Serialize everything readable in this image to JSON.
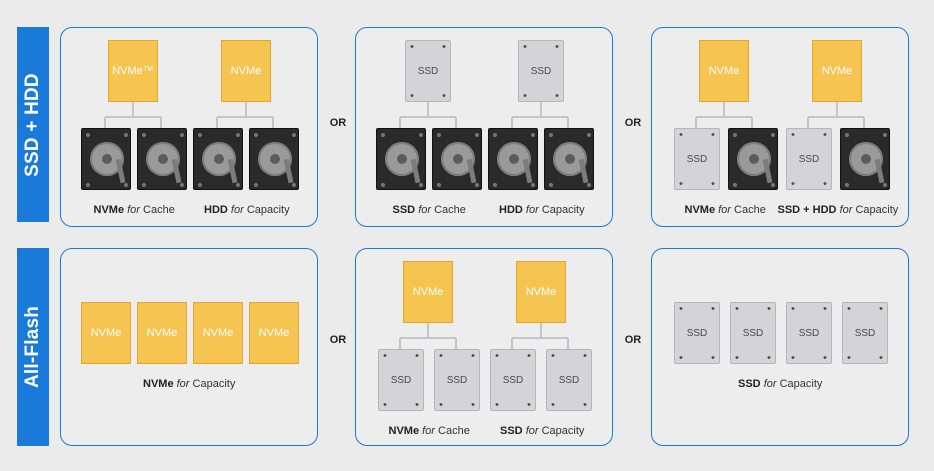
{
  "rows": [
    {
      "label": "SSD + HDD"
    },
    {
      "label": "All-Flash"
    }
  ],
  "or_label": "OR",
  "panels": [
    {
      "cache": [
        {
          "type": "nvme",
          "label": "NVMe™"
        },
        {
          "type": "nvme",
          "label": "NVMe"
        }
      ],
      "capacity": [
        {
          "type": "hdd"
        },
        {
          "type": "hdd"
        },
        {
          "type": "hdd"
        },
        {
          "type": "hdd"
        }
      ],
      "captions": [
        {
          "bold": "NVMe",
          "italic": "for",
          "rest": "Cache"
        },
        {
          "bold": "HDD",
          "italic": "for",
          "rest": "Capacity"
        }
      ]
    },
    {
      "cache": [
        {
          "type": "ssd",
          "label": "SSD"
        },
        {
          "type": "ssd",
          "label": "SSD"
        }
      ],
      "capacity": [
        {
          "type": "hdd"
        },
        {
          "type": "hdd"
        },
        {
          "type": "hdd"
        },
        {
          "type": "hdd"
        }
      ],
      "captions": [
        {
          "bold": "SSD",
          "italic": "for",
          "rest": "Cache"
        },
        {
          "bold": "HDD",
          "italic": "for",
          "rest": "Capacity"
        }
      ]
    },
    {
      "cache": [
        {
          "type": "nvme",
          "label": "NVMe"
        },
        {
          "type": "nvme",
          "label": "NVMe"
        }
      ],
      "capacity": [
        {
          "type": "ssd",
          "label": "SSD"
        },
        {
          "type": "hdd"
        },
        {
          "type": "ssd",
          "label": "SSD"
        },
        {
          "type": "hdd"
        }
      ],
      "captions": [
        {
          "bold": "NVMe",
          "italic": "for",
          "rest": "Cache"
        },
        {
          "bold": "SSD + HDD",
          "italic": "for",
          "rest": "Capacity"
        }
      ]
    },
    {
      "cache": [],
      "capacity": [
        {
          "type": "nvme",
          "label": "NVMe"
        },
        {
          "type": "nvme",
          "label": "NVMe"
        },
        {
          "type": "nvme",
          "label": "NVMe"
        },
        {
          "type": "nvme",
          "label": "NVMe"
        }
      ],
      "captions": [
        {
          "bold": "NVMe",
          "italic": "for",
          "rest": "Capacity"
        }
      ]
    },
    {
      "cache": [
        {
          "type": "nvme",
          "label": "NVMe"
        },
        {
          "type": "nvme",
          "label": "NVMe"
        }
      ],
      "capacity": [
        {
          "type": "ssd",
          "label": "SSD"
        },
        {
          "type": "ssd",
          "label": "SSD"
        },
        {
          "type": "ssd",
          "label": "SSD"
        },
        {
          "type": "ssd",
          "label": "SSD"
        }
      ],
      "captions": [
        {
          "bold": "NVMe",
          "italic": "for",
          "rest": "Cache"
        },
        {
          "bold": "SSD",
          "italic": "for",
          "rest": "Capacity"
        }
      ]
    },
    {
      "cache": [],
      "capacity": [
        {
          "type": "ssd",
          "label": "SSD"
        },
        {
          "type": "ssd",
          "label": "SSD"
        },
        {
          "type": "ssd",
          "label": "SSD"
        },
        {
          "type": "ssd",
          "label": "SSD"
        }
      ],
      "captions": [
        {
          "bold": "SSD",
          "italic": "for",
          "rest": "Capacity"
        }
      ]
    }
  ]
}
